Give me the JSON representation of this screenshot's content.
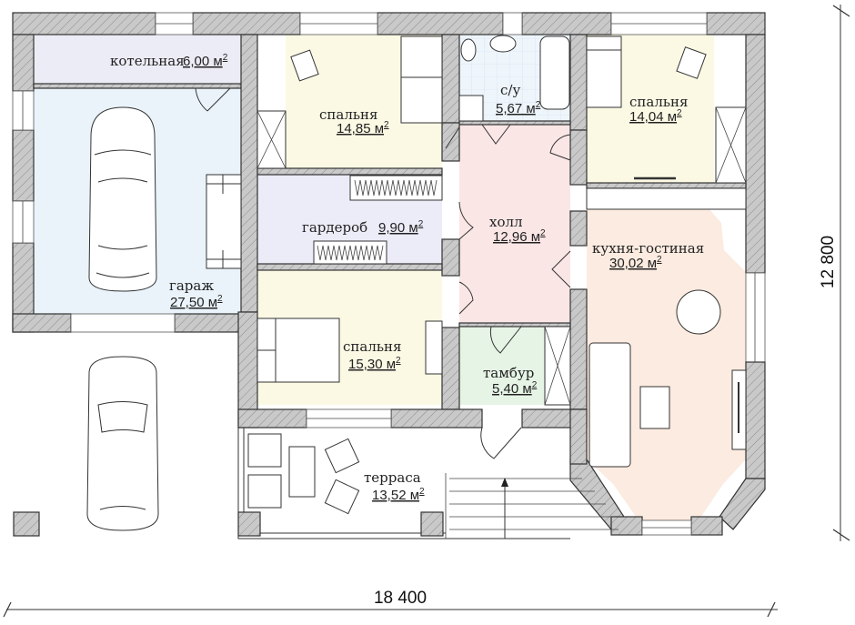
{
  "plan": {
    "rooms": [
      {
        "id": "boiler",
        "name": "котельная",
        "area": "6,00 м",
        "color": "#ececf6"
      },
      {
        "id": "garage",
        "name": "гараж",
        "area": "27,50 м",
        "color": "#eaf3fa"
      },
      {
        "id": "bedroom1",
        "name": "спальня",
        "area": "14,85 м",
        "color": "#fbf9e4"
      },
      {
        "id": "bathroom",
        "name": "с/у",
        "area": "5,67 м",
        "color": "#eef5fb"
      },
      {
        "id": "bedroom2",
        "name": "спальня",
        "area": "14,04 м",
        "color": "#fbf9e4"
      },
      {
        "id": "wardrobe",
        "name": "гардероб",
        "area": "9,90 м",
        "color": "#ececf8"
      },
      {
        "id": "hall",
        "name": "холл",
        "area": "12,96 м",
        "color": "#fbe6e6"
      },
      {
        "id": "kitchen",
        "name": "кухня-гостиная",
        "area": "30,02 м",
        "color": "#fcebe0"
      },
      {
        "id": "bedroom3",
        "name": "спальня",
        "area": "15,30 м",
        "color": "#fbf9e4"
      },
      {
        "id": "vestibule",
        "name": "тамбур",
        "area": "5,40 м",
        "color": "#e6f4e6"
      },
      {
        "id": "terrace",
        "name": "терраса",
        "area": "13,52 м",
        "color": "#ffffff"
      }
    ],
    "area_unit_sup": "2",
    "dimensions": {
      "width": "18 400",
      "height": "12 800"
    },
    "colors": {
      "wall_fill": "#c8c8c8",
      "line": "#333333"
    }
  }
}
